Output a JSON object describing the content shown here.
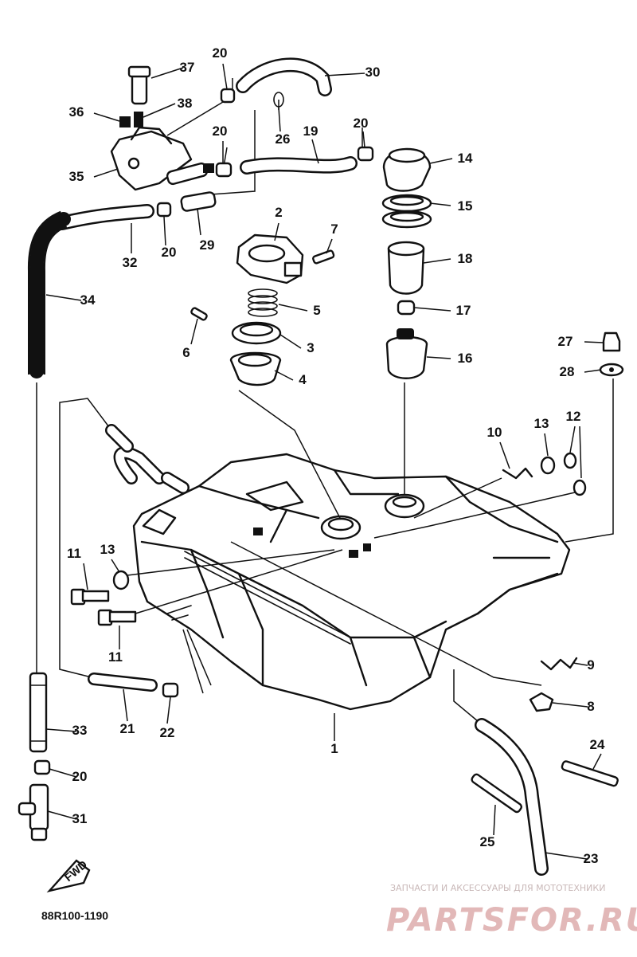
{
  "diagram": {
    "callouts": [
      {
        "id": "c37",
        "text": "37"
      },
      {
        "id": "c20a",
        "text": "20"
      },
      {
        "id": "c30",
        "text": "30"
      },
      {
        "id": "c36",
        "text": "36"
      },
      {
        "id": "c38",
        "text": "38"
      },
      {
        "id": "c26",
        "text": "26"
      },
      {
        "id": "c20b",
        "text": "20"
      },
      {
        "id": "c19",
        "text": "19"
      },
      {
        "id": "c20c",
        "text": "20"
      },
      {
        "id": "c14",
        "text": "14"
      },
      {
        "id": "c35",
        "text": "35"
      },
      {
        "id": "c15",
        "text": "15"
      },
      {
        "id": "c2",
        "text": "2"
      },
      {
        "id": "c7",
        "text": "7"
      },
      {
        "id": "c32",
        "text": "32"
      },
      {
        "id": "c20d",
        "text": "20"
      },
      {
        "id": "c29",
        "text": "29"
      },
      {
        "id": "c18",
        "text": "18"
      },
      {
        "id": "c34",
        "text": "34"
      },
      {
        "id": "c5",
        "text": "5"
      },
      {
        "id": "c17",
        "text": "17"
      },
      {
        "id": "c6",
        "text": "6"
      },
      {
        "id": "c3",
        "text": "3"
      },
      {
        "id": "c16",
        "text": "16"
      },
      {
        "id": "c27",
        "text": "27"
      },
      {
        "id": "c4",
        "text": "4"
      },
      {
        "id": "c28",
        "text": "28"
      },
      {
        "id": "c10",
        "text": "10"
      },
      {
        "id": "c13a",
        "text": "13"
      },
      {
        "id": "c12",
        "text": "12"
      },
      {
        "id": "c11a",
        "text": "11"
      },
      {
        "id": "c13b",
        "text": "13"
      },
      {
        "id": "c11b",
        "text": "11"
      },
      {
        "id": "c9",
        "text": "9"
      },
      {
        "id": "c8",
        "text": "8"
      },
      {
        "id": "c21",
        "text": "21"
      },
      {
        "id": "c22",
        "text": "22"
      },
      {
        "id": "c33",
        "text": "33"
      },
      {
        "id": "c1",
        "text": "1"
      },
      {
        "id": "c24",
        "text": "24"
      },
      {
        "id": "c20e",
        "text": "20"
      },
      {
        "id": "c31",
        "text": "31"
      },
      {
        "id": "c25",
        "text": "25"
      },
      {
        "id": "c23",
        "text": "23"
      }
    ],
    "fwd_label": "FWD",
    "drawing_code": "88R100-1190"
  },
  "watermark": {
    "tagline": "ЗАПЧАСТИ И АКСЕССУАРЫ ДЛЯ МОТОТЕХНИКИ",
    "brand": "PARTSFOR.RU",
    "color": "#e2b8b8"
  }
}
